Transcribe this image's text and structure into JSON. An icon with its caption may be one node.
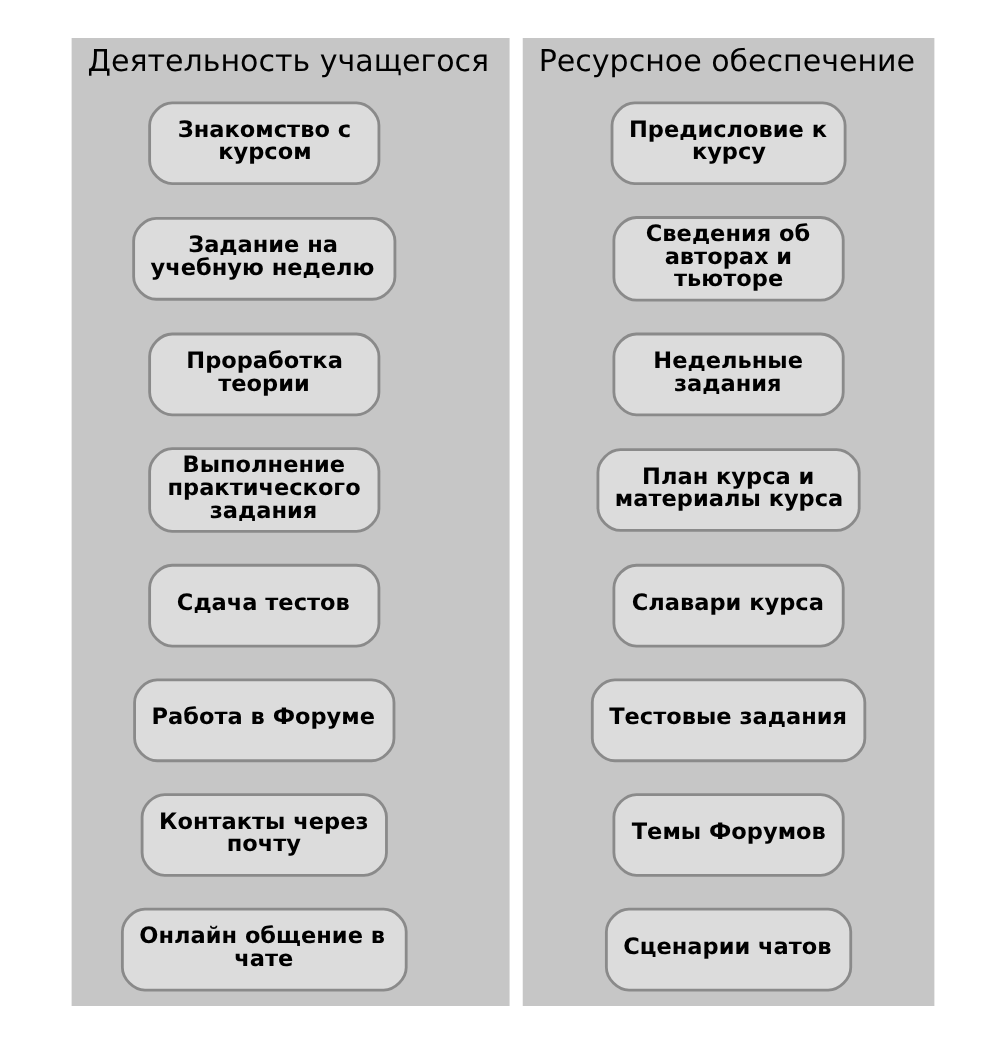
{
  "diagram": {
    "nodes": [
      {
        "text": [
          "Деятельность учащегося"
        ]
      },
      {
        "text": [
          "Знакомство с курсом"
        ],
        "in": 0
      },
      {
        "text": [
          "Задание на учебную неделю"
        ],
        "in": 0
      },
      {
        "text": [
          "Проработка теории"
        ],
        "in": 0
      },
      {
        "text": [
          "Выполнение практического задания"
        ],
        "in": 0
      },
      {
        "text": [
          "Сдача тестов"
        ],
        "in": 0
      },
      {
        "text": [
          "Работа в Форуме"
        ],
        "in": 0
      },
      {
        "text": [
          "Контакты через почту"
        ],
        "in": 0
      },
      {
        "text": [
          "Онлайн общение в чате"
        ],
        "in": 0
      },
      {
        "text": [
          "Ресурсное обеспечение"
        ]
      },
      {
        "text": [
          "Предисловие к курсу"
        ],
        "in": 9
      },
      {
        "text": [
          "Сведения об авторах и тьюторе"
        ],
        "in": 9
      },
      {
        "text": [
          "Недельные задания"
        ],
        "in": 9
      },
      {
        "text": [
          "План курса и материалы курса"
        ],
        "in": 9
      },
      {
        "text": [
          "Славари курса"
        ],
        "in": 9
      },
      {
        "text": [
          "Тестовые задания"
        ],
        "in": 9
      },
      {
        "text": [
          "Темы Форумов"
        ],
        "in": 9
      },
      {
        "text": [
          "Сценарии чатов"
        ],
        "in": 9
      }
    ],
    "edges": []
  }
}
